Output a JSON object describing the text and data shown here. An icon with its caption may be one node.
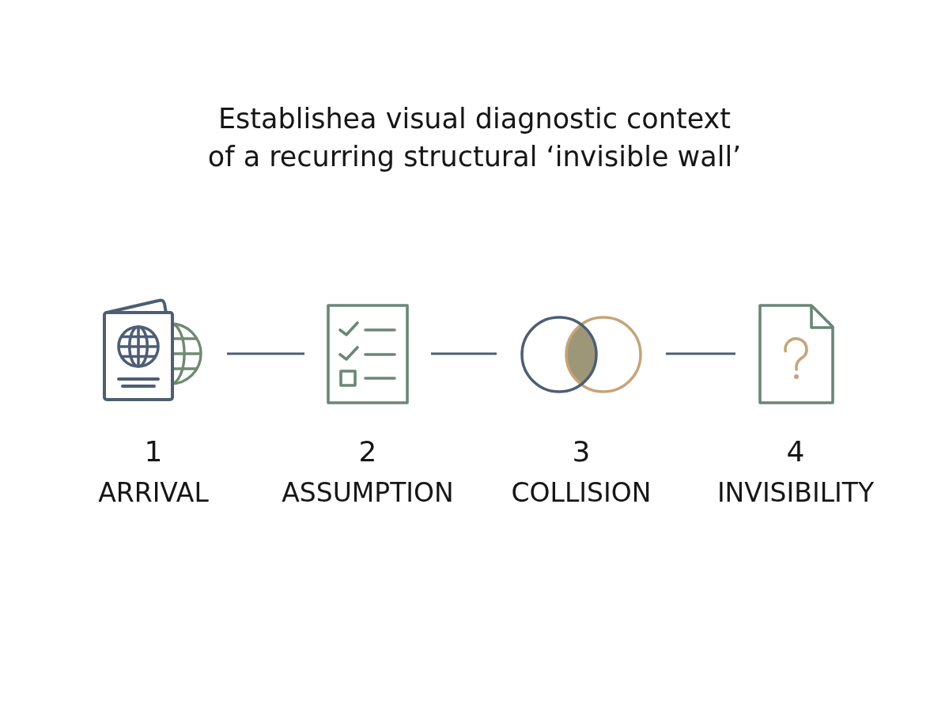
{
  "diagram": {
    "title": "Establishea visual diagnostic context of a recurring structural ‘invisible wall’",
    "nodes": [
      {
        "text": [],
        "shape": "picture",
        "beside": [
          "1",
          "ARRIVAL"
        ]
      },
      {
        "text": [],
        "shape": "picture",
        "beside": [
          "2",
          "ASSUMPTION"
        ]
      },
      {
        "text": [],
        "shape": "picture",
        "beside": [
          "3",
          "COLLISION"
        ]
      },
      {
        "text": [],
        "shape": "picture",
        "beside": [
          "4",
          "INVISIBILITY"
        ]
      }
    ],
    "edges": [
      {
        "from": 0,
        "to": 1,
        "arrow": "none"
      },
      {
        "from": 1,
        "to": 2,
        "arrow": "none"
      },
      {
        "from": 2,
        "to": 3,
        "arrow": "none"
      }
    ]
  }
}
